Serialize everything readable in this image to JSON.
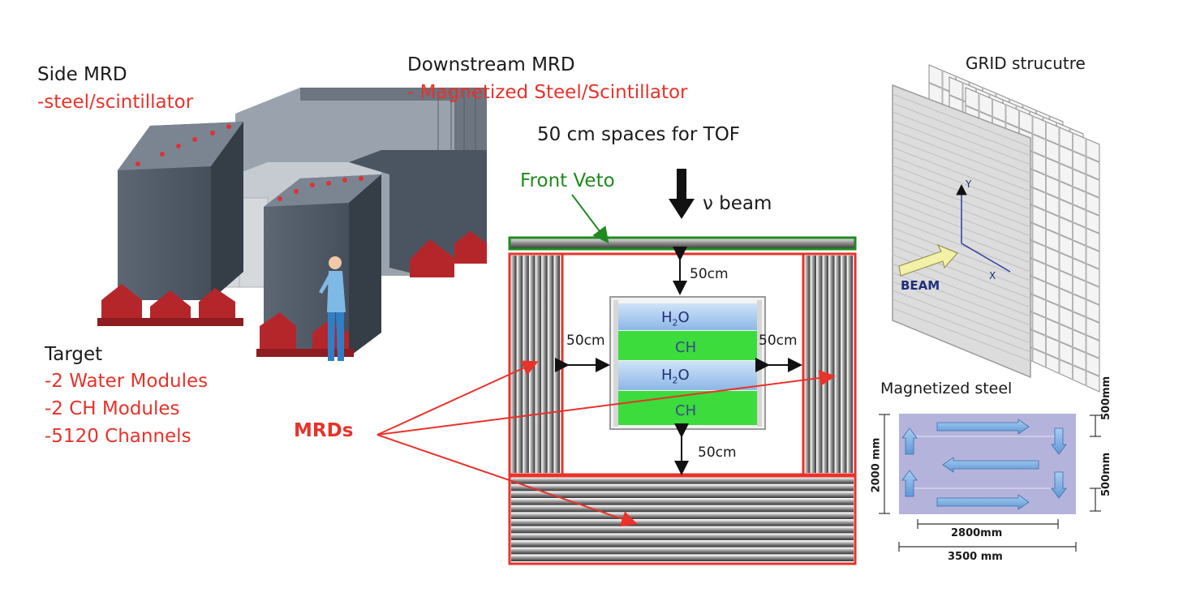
{
  "labels": {
    "side_mrd_title": "Side MRD",
    "side_mrd_sub": "-steel/scintillator",
    "downstream_title": "Downstream MRD",
    "downstream_sub": "- Magnetized Steel/Scintillator",
    "tof_spaces": "50 cm spaces for TOF",
    "front_veto": "Front Veto",
    "beam": "ν beam",
    "target_title": "Target",
    "target_items": [
      "-2 Water Modules",
      "-2 CH Modules",
      "-5120 Channels"
    ],
    "mrds": "MRDs",
    "grid_title": "GRID strucutre",
    "grid_beam": "BEAM",
    "grid_x": "X",
    "grid_y": "Y",
    "magnetized_title": "Magnetized steel"
  },
  "detector": {
    "gap_top": "50cm",
    "gap_left": "50cm",
    "gap_right": "50cm",
    "gap_bottom": "50cm",
    "modules": [
      {
        "label": "H2O",
        "type": "water"
      },
      {
        "label": "CH",
        "type": "scintillator"
      },
      {
        "label": "H2O",
        "type": "water"
      },
      {
        "label": "CH",
        "type": "scintillator"
      }
    ]
  },
  "steel_dims": {
    "height": "2000 mm",
    "inner_width": "2800mm",
    "outer_width": "3500 mm",
    "gap_top": "500mm",
    "gap_bottom": "500mm"
  },
  "colors": {
    "red": "#e8322a",
    "green": "#1f8a1f",
    "water": "#9ec5ee",
    "ch": "#3bdc3b",
    "steel_plate": "#b3b3dc",
    "arrow_blue": "#7fb2e8"
  }
}
